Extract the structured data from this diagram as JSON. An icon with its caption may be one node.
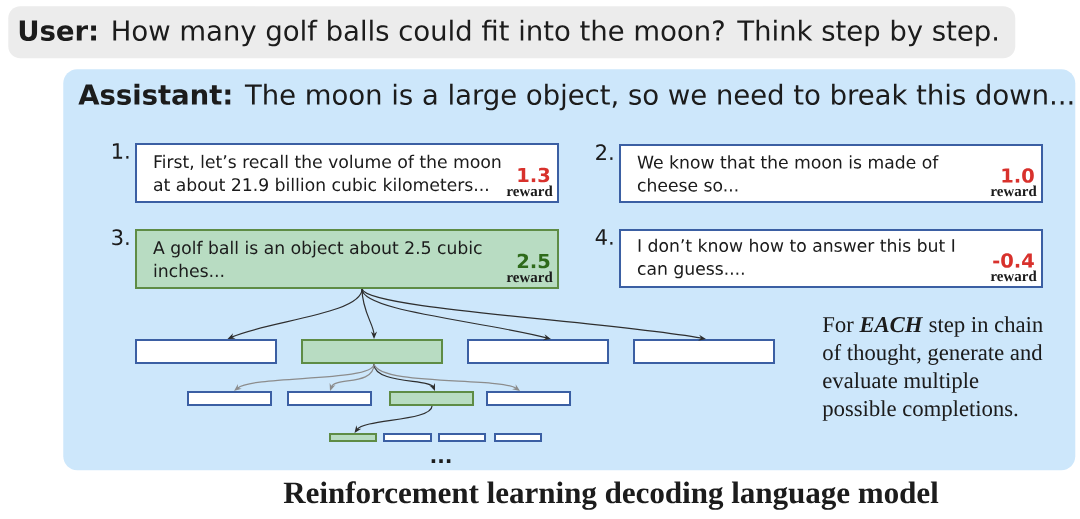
{
  "diagram": {
    "caption": "Reinforcement learning decoding language model",
    "nodes": [
      {
        "text": [
          "**User:** How many golf balls could fit into the moon? Think step by step."
        ]
      },
      {
        "text": [
          "**Assistant:** The moon is a large object, so we need to break this down..."
        ]
      },
      {
        "text": [
          "First, let’s recall the volume of the moon at about 21.9 billion cubic kilometers...",
          "1.3",
          "reward"
        ],
        "beside": [
          "1."
        ],
        "in": 1
      },
      {
        "text": [
          "We know that the moon is made of cheese so...",
          "1.0",
          "reward"
        ],
        "beside": [
          "2."
        ],
        "in": 1
      },
      {
        "text": [
          "A golf ball is an object about 2.5 cubic inches...",
          "2.5",
          "reward"
        ],
        "beside": [
          "3."
        ],
        "in": 1
      },
      {
        "text": [
          "I don’t know how to answer this but I can guess....",
          "-0.4",
          "reward"
        ],
        "beside": [
          "4."
        ],
        "in": 1
      },
      {
        "text": [],
        "shape": "box",
        "in": 1
      },
      {
        "text": [],
        "shape": "box",
        "in": 1
      },
      {
        "text": [],
        "shape": "box",
        "in": 1
      },
      {
        "text": [],
        "shape": "box",
        "in": 1
      },
      {
        "text": [],
        "shape": "box",
        "in": 1
      },
      {
        "text": [],
        "shape": "box",
        "in": 1
      },
      {
        "text": [],
        "shape": "box",
        "in": 1
      },
      {
        "text": [],
        "shape": "box",
        "in": 1
      },
      {
        "text": [],
        "shape": "box",
        "in": 1
      },
      {
        "text": [],
        "shape": "box",
        "in": 1
      },
      {
        "text": [],
        "shape": "box",
        "in": 1
      },
      {
        "text": [],
        "shape": "box",
        "in": 1
      }
    ],
    "edges": [
      {
        "from": 4,
        "to": 6,
        "arrow": "to"
      },
      {
        "from": 4,
        "to": 7,
        "arrow": "to"
      },
      {
        "from": 4,
        "to": 8,
        "arrow": "to"
      },
      {
        "from": 4,
        "to": 9,
        "arrow": "to"
      },
      {
        "from": 7,
        "to": 10,
        "arrow": "to",
        "color": "#8c8c8c"
      },
      {
        "from": 7,
        "to": 11,
        "arrow": "to",
        "color": "#8c8c8c"
      },
      {
        "from": 7,
        "to": 12,
        "arrow": "to"
      },
      {
        "from": 7,
        "to": 13,
        "arrow": "to",
        "color": "#8c8c8c"
      },
      {
        "from": 12,
        "to": 14,
        "arrow": "to"
      }
    ],
    "labels": [
      "For **EACH** step in chain of thought, generate and evaluate multiple possible completions.",
      "..."
    ]
  }
}
